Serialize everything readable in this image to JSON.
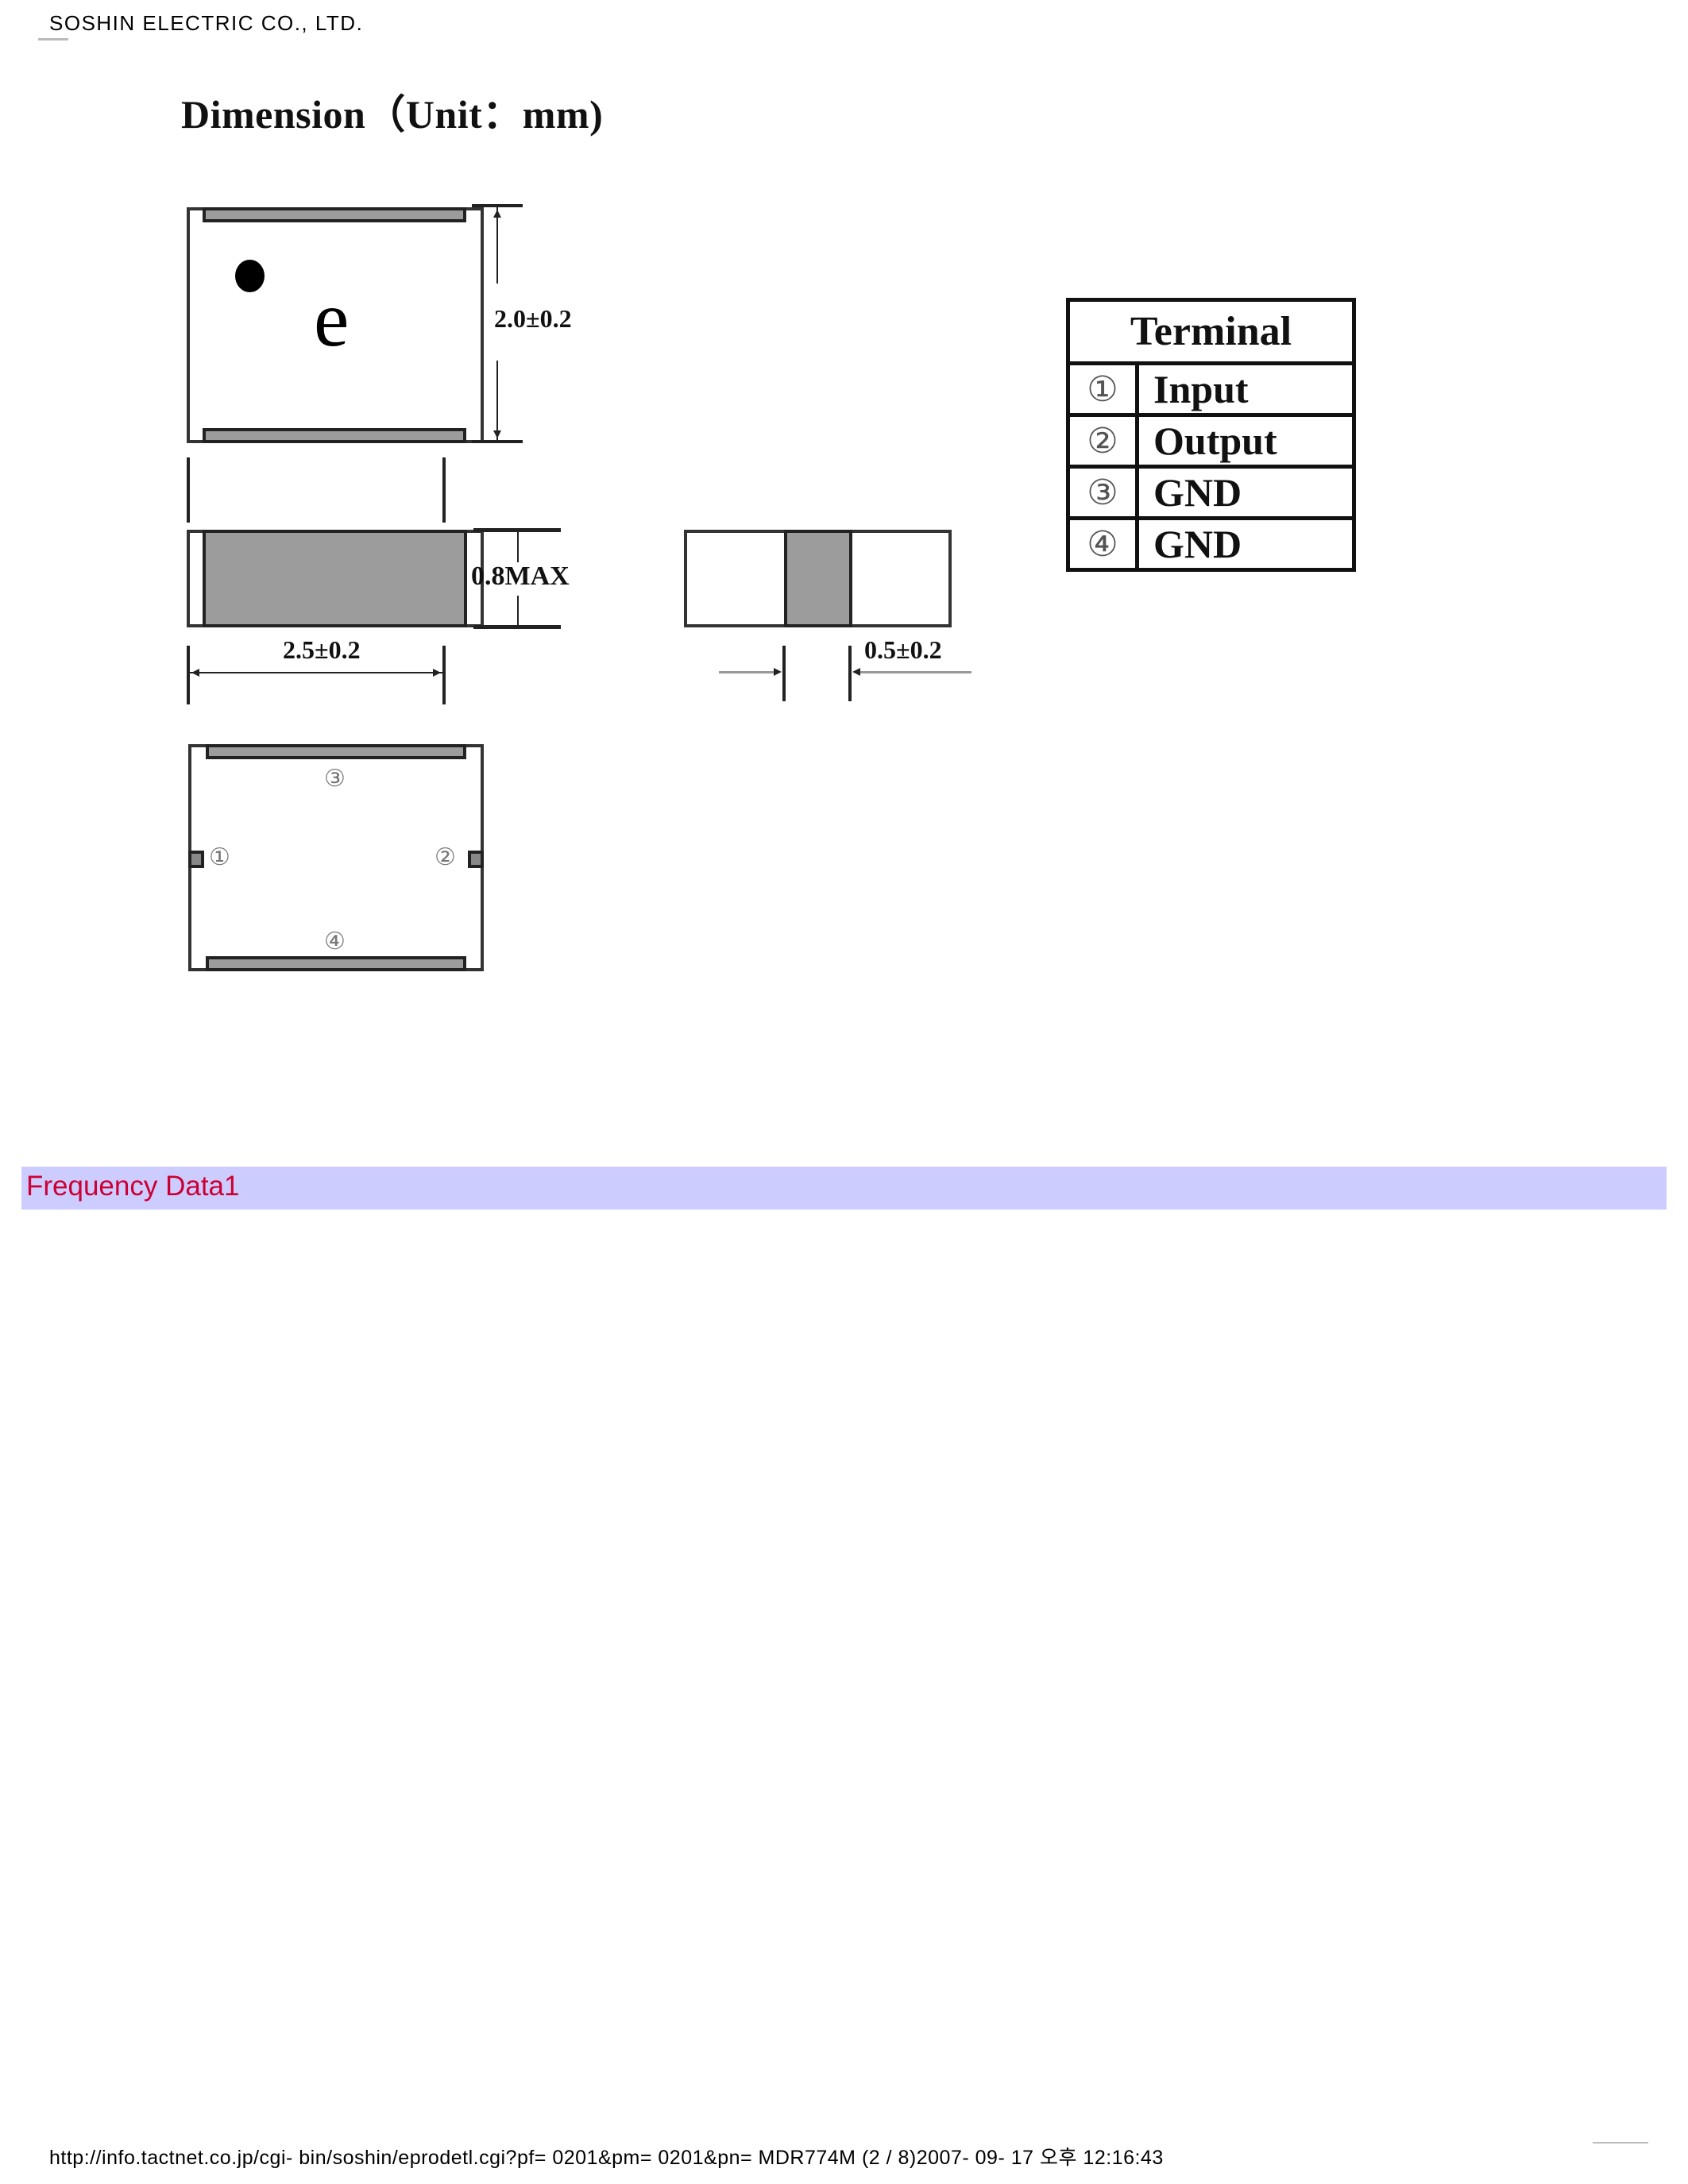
{
  "header": {
    "company": "SOSHIN ELECTRIC CO., LTD."
  },
  "dimension": {
    "title": "Dimension（Unit：mm)",
    "top_view": {
      "marking_letter": "e",
      "height_label": "2.0±0.2"
    },
    "side_view": {
      "thickness_label": "0.8MAX",
      "length_label": "2.5±0.2"
    },
    "end_view": {
      "terminal_width_label": "0.5±0.2"
    },
    "bottom_view": {
      "pin_labels": [
        "①",
        "②",
        "③",
        "④"
      ]
    }
  },
  "terminal_table": {
    "header": "Terminal",
    "rows": [
      {
        "num": "①",
        "label": "Input"
      },
      {
        "num": "②",
        "label": "Output"
      },
      {
        "num": "③",
        "label": "GND"
      },
      {
        "num": "④",
        "label": "GND"
      }
    ]
  },
  "section_band": {
    "title": "Frequency Data1",
    "bg_color": "#ccccff",
    "text_color": "#cc0033"
  },
  "footer": {
    "url_line": "http://info.tactnet.co.jp/cgi- bin/soshin/eprodetl.cgi?pf= 0201&pm= 0201&pn= MDR774M (2 / 8)2007- 09- 17 오후 12:16:43"
  }
}
